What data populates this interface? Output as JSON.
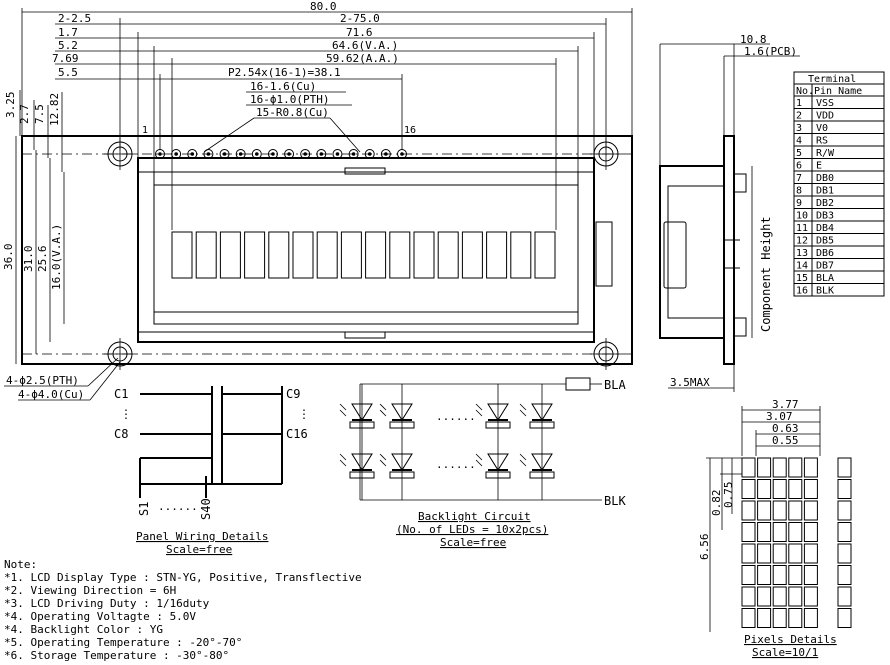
{
  "front_view": {
    "top_dims": [
      {
        "label": "80.0"
      },
      {
        "label": "2-2.5"
      },
      {
        "label": "2-75.0"
      },
      {
        "label": "1.7"
      },
      {
        "label": "71.6"
      },
      {
        "label": "5.2"
      },
      {
        "label": "64.6(V.A.)"
      },
      {
        "label": "7.69"
      },
      {
        "label": "59.62(A.A.)"
      },
      {
        "label": "5.5"
      },
      {
        "label": "P2.54x(16-1)=38.1"
      },
      {
        "label": "16-1.6(Cu)"
      },
      {
        "label": "16-ϕ1.0(PTH)"
      },
      {
        "label": "15-R0.8(Cu)"
      }
    ],
    "pin_first": "1",
    "pin_last": "16",
    "left_dims": [
      "3.25",
      "2.7",
      "7.5",
      "12.82"
    ],
    "height_dims": [
      "36.0",
      "31.0",
      "25.6",
      "16.0(V.A.)"
    ],
    "hole_labels": [
      "4-ϕ2.5(PTH)",
      "4-ϕ4.0(Cu)"
    ]
  },
  "side_view": {
    "dim_top1": "10.8",
    "dim_top2": "1.6(PCB)",
    "component_height": "Component Height",
    "max_label": "3.5MAX"
  },
  "terminal_table": {
    "title": "Terminal",
    "col_no": "No.",
    "col_name": "Pin Name",
    "rows": [
      {
        "no": "1",
        "name": "VSS"
      },
      {
        "no": "2",
        "name": "VDD"
      },
      {
        "no": "3",
        "name": "V0"
      },
      {
        "no": "4",
        "name": "RS"
      },
      {
        "no": "5",
        "name": "R/W"
      },
      {
        "no": "6",
        "name": "E"
      },
      {
        "no": "7",
        "name": "DB0"
      },
      {
        "no": "8",
        "name": "DB1"
      },
      {
        "no": "9",
        "name": "DB2"
      },
      {
        "no": "10",
        "name": "DB3"
      },
      {
        "no": "11",
        "name": "DB4"
      },
      {
        "no": "12",
        "name": "DB5"
      },
      {
        "no": "13",
        "name": "DB6"
      },
      {
        "no": "14",
        "name": "DB7"
      },
      {
        "no": "15",
        "name": "BLA"
      },
      {
        "no": "16",
        "name": "BLK"
      }
    ]
  },
  "panel_wiring": {
    "c1": "C1",
    "c8": "C8",
    "c9": "C9",
    "c16": "C16",
    "s1": "S1",
    "s40": "S40",
    "dots": "......",
    "title": "Panel Wiring Details",
    "scale": "Scale=free"
  },
  "backlight": {
    "bla": "BLA",
    "blk": "BLK",
    "title": "Backlight Circuit",
    "subtitle": "(No. of LEDs = 10x2pcs)",
    "scale": "Scale=free"
  },
  "pixels": {
    "dims": [
      "3.77",
      "3.07",
      "0.63",
      "0.55",
      "0.82",
      "0.75",
      "6.56"
    ],
    "title": "Pixels Details",
    "scale": "Scale=10/1"
  },
  "notes": {
    "heading": "Note:",
    "items": [
      "*1. LCD Display Type : STN-YG, Positive, Transflective",
      "*2. Viewing Direction = 6H",
      "*3. LCD Driving Duty : 1/16duty",
      "*4. Operating Voltagte : 5.0V",
      "*4. Backlight Color : YG",
      "*5. Operating Temperature : -20°-70°",
      "*6. Storage Temperature : -30°-80°"
    ]
  }
}
